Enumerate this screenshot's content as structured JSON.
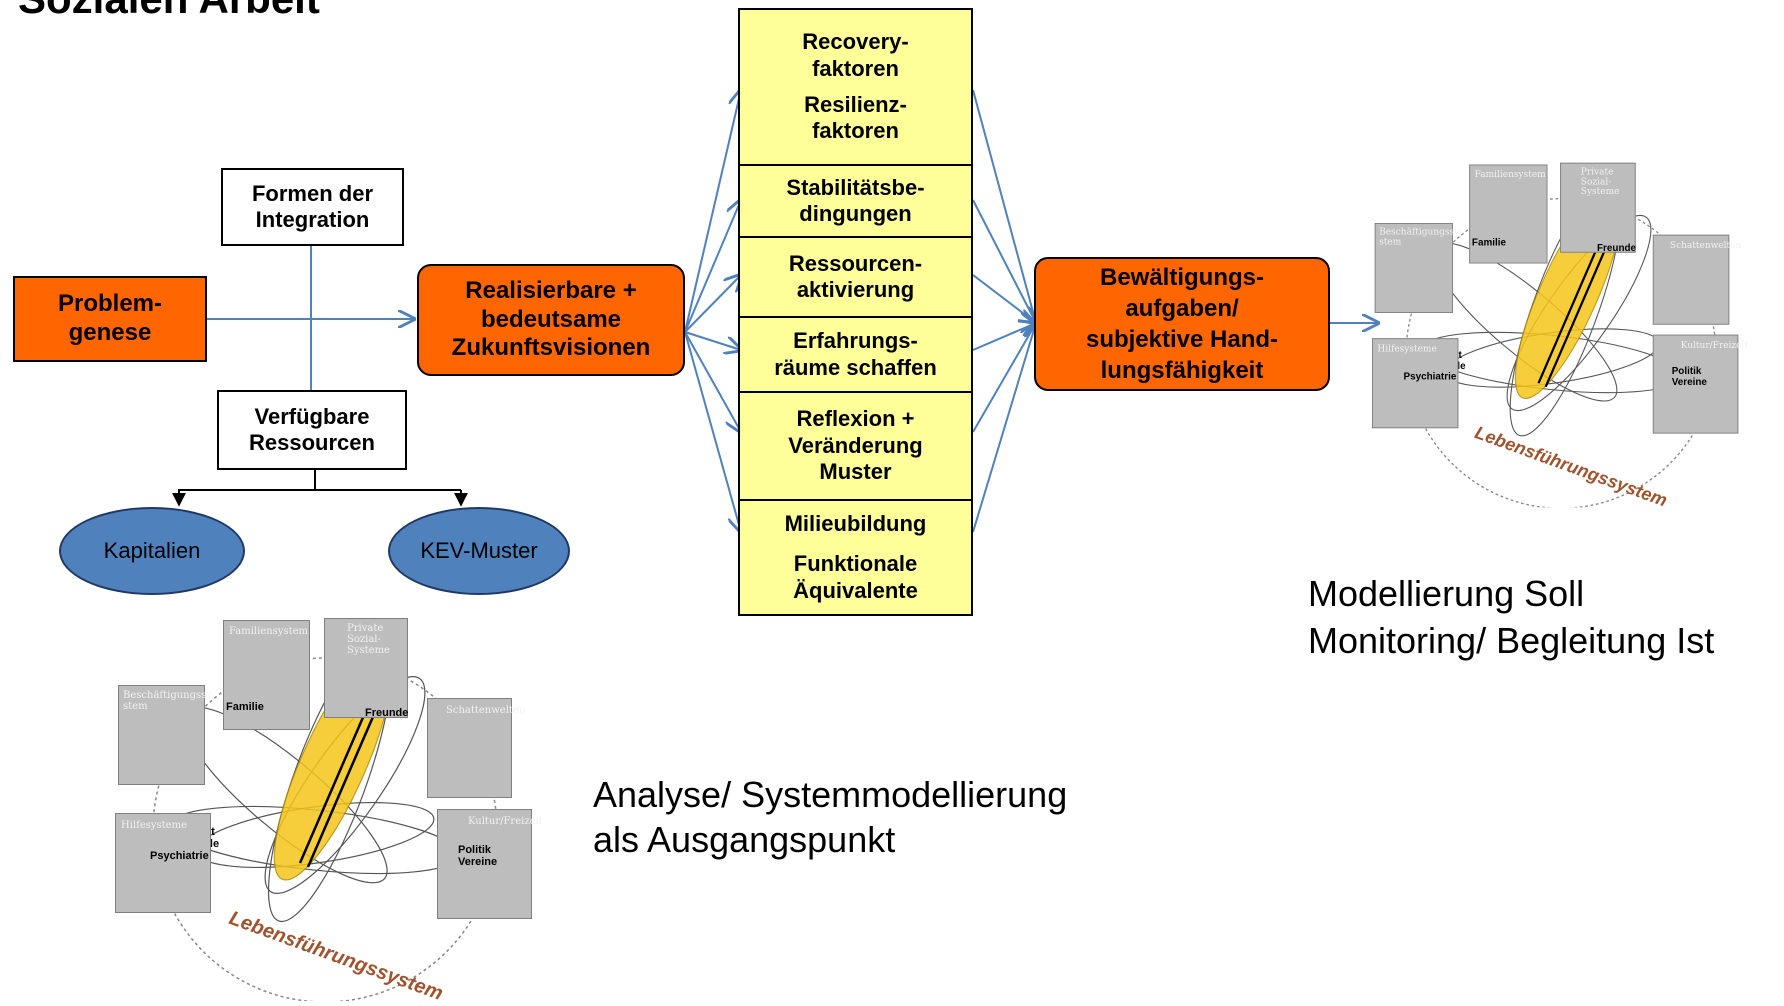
{
  "title": "Sozialen Arbeit",
  "flow": {
    "problemgenese": "Problem-\ngenese",
    "formen": "Formen der\nIntegration",
    "ressourcen": "Verfügbare\nRessourcen",
    "kapitalien": "Kapitalien",
    "kev": "KEV-Muster",
    "visionen": "Realisierbare +\nbedeutsame\nZukunftsvisionen",
    "bewaeltigung": "Bewältigungs-\naufgaben/\nsubjektive Hand-\nlungsfähigkeit"
  },
  "factors": [
    "Recovery-\nfaktoren",
    "Resilienz-\nfaktoren",
    "Stabilitätsbe-\ndingungen",
    "Ressourcen-\naktivierung",
    "Erfahrungs-\nräume schaffen",
    "Reflexion +\nVeränderung\nMuster",
    "Milieubildung",
    "Funktionale\nÄquivalente"
  ],
  "captions": {
    "analyse": "Analyse/ Systemmodellierung\nals Ausgangspunkt",
    "modellierung": "Modellierung Soll\nMonitoring/ Begleitung Ist"
  },
  "system_diagram": {
    "panel_titles": [
      "Familiensystem",
      "Private Sozial-\nSysteme",
      "Beschäftigungssy-\nstem",
      "Schattenwelten",
      "Hilfesysteme",
      "Kultur/Freizeit"
    ],
    "labels": [
      "Familie",
      "Freunde",
      "Arbeit\nSchule",
      "Psychiatrie",
      "Politik\nVereine"
    ],
    "ring_label": "Lebensführungssystem"
  },
  "colors": {
    "orange": "#ff6600",
    "yellow": "#ffff99",
    "blue": "#4f81bd",
    "arrow": "#4f81bd",
    "ellipse": "#f5c518"
  }
}
